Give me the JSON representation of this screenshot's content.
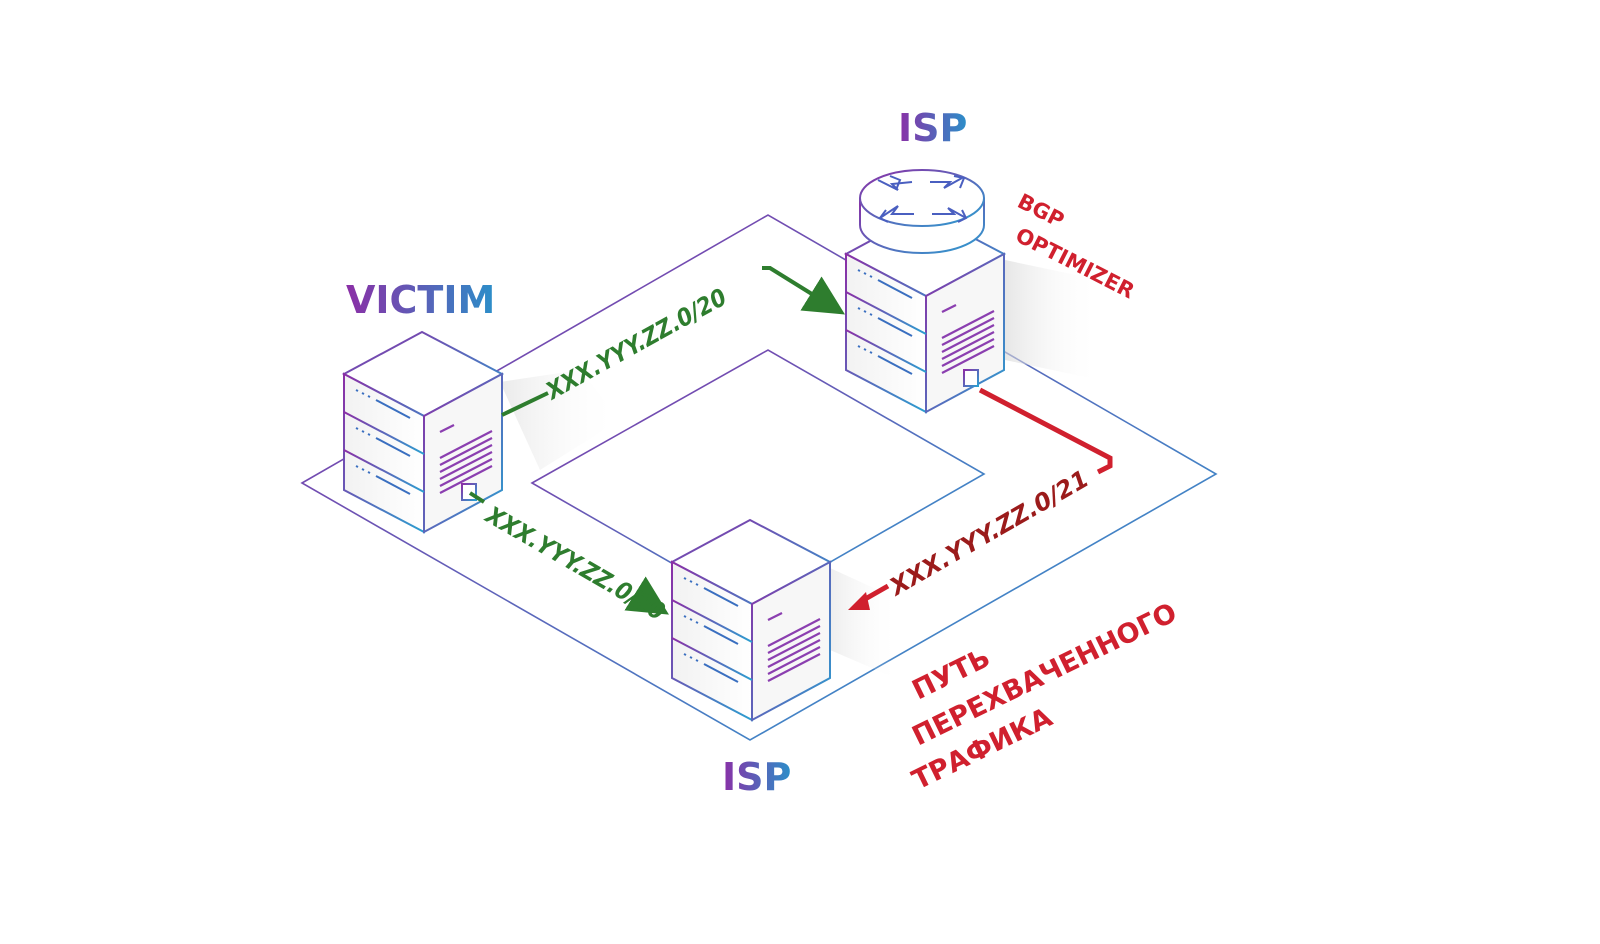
{
  "nodes": {
    "victim_label": "VICTIM",
    "isp_top_label": "ISP",
    "isp_bottom_label": "ISP",
    "bgp_optimizer_line1": "BGP",
    "bgp_optimizer_line2": "OPTIMIZER"
  },
  "routes": {
    "victim_to_isp_top": "XXX.YYY.ZZ.0/20",
    "victim_to_isp_bottom": "XXX.YYY.ZZ.0/20",
    "hijacked_route": "XXX.YYY.ZZ.0/21"
  },
  "hijack_caption": {
    "line1": "ПУТЬ",
    "line2": "ПЕРЕХВАЧЕННОГО",
    "line3": "ТРАФИКА"
  },
  "colors": {
    "label_gradient_start": "#8b2fa6",
    "label_gradient_end": "#2b8fc9",
    "green_route": "#2e7d2e",
    "red_route": "#d0202e",
    "dark_red_text": "#9b1b1b"
  }
}
